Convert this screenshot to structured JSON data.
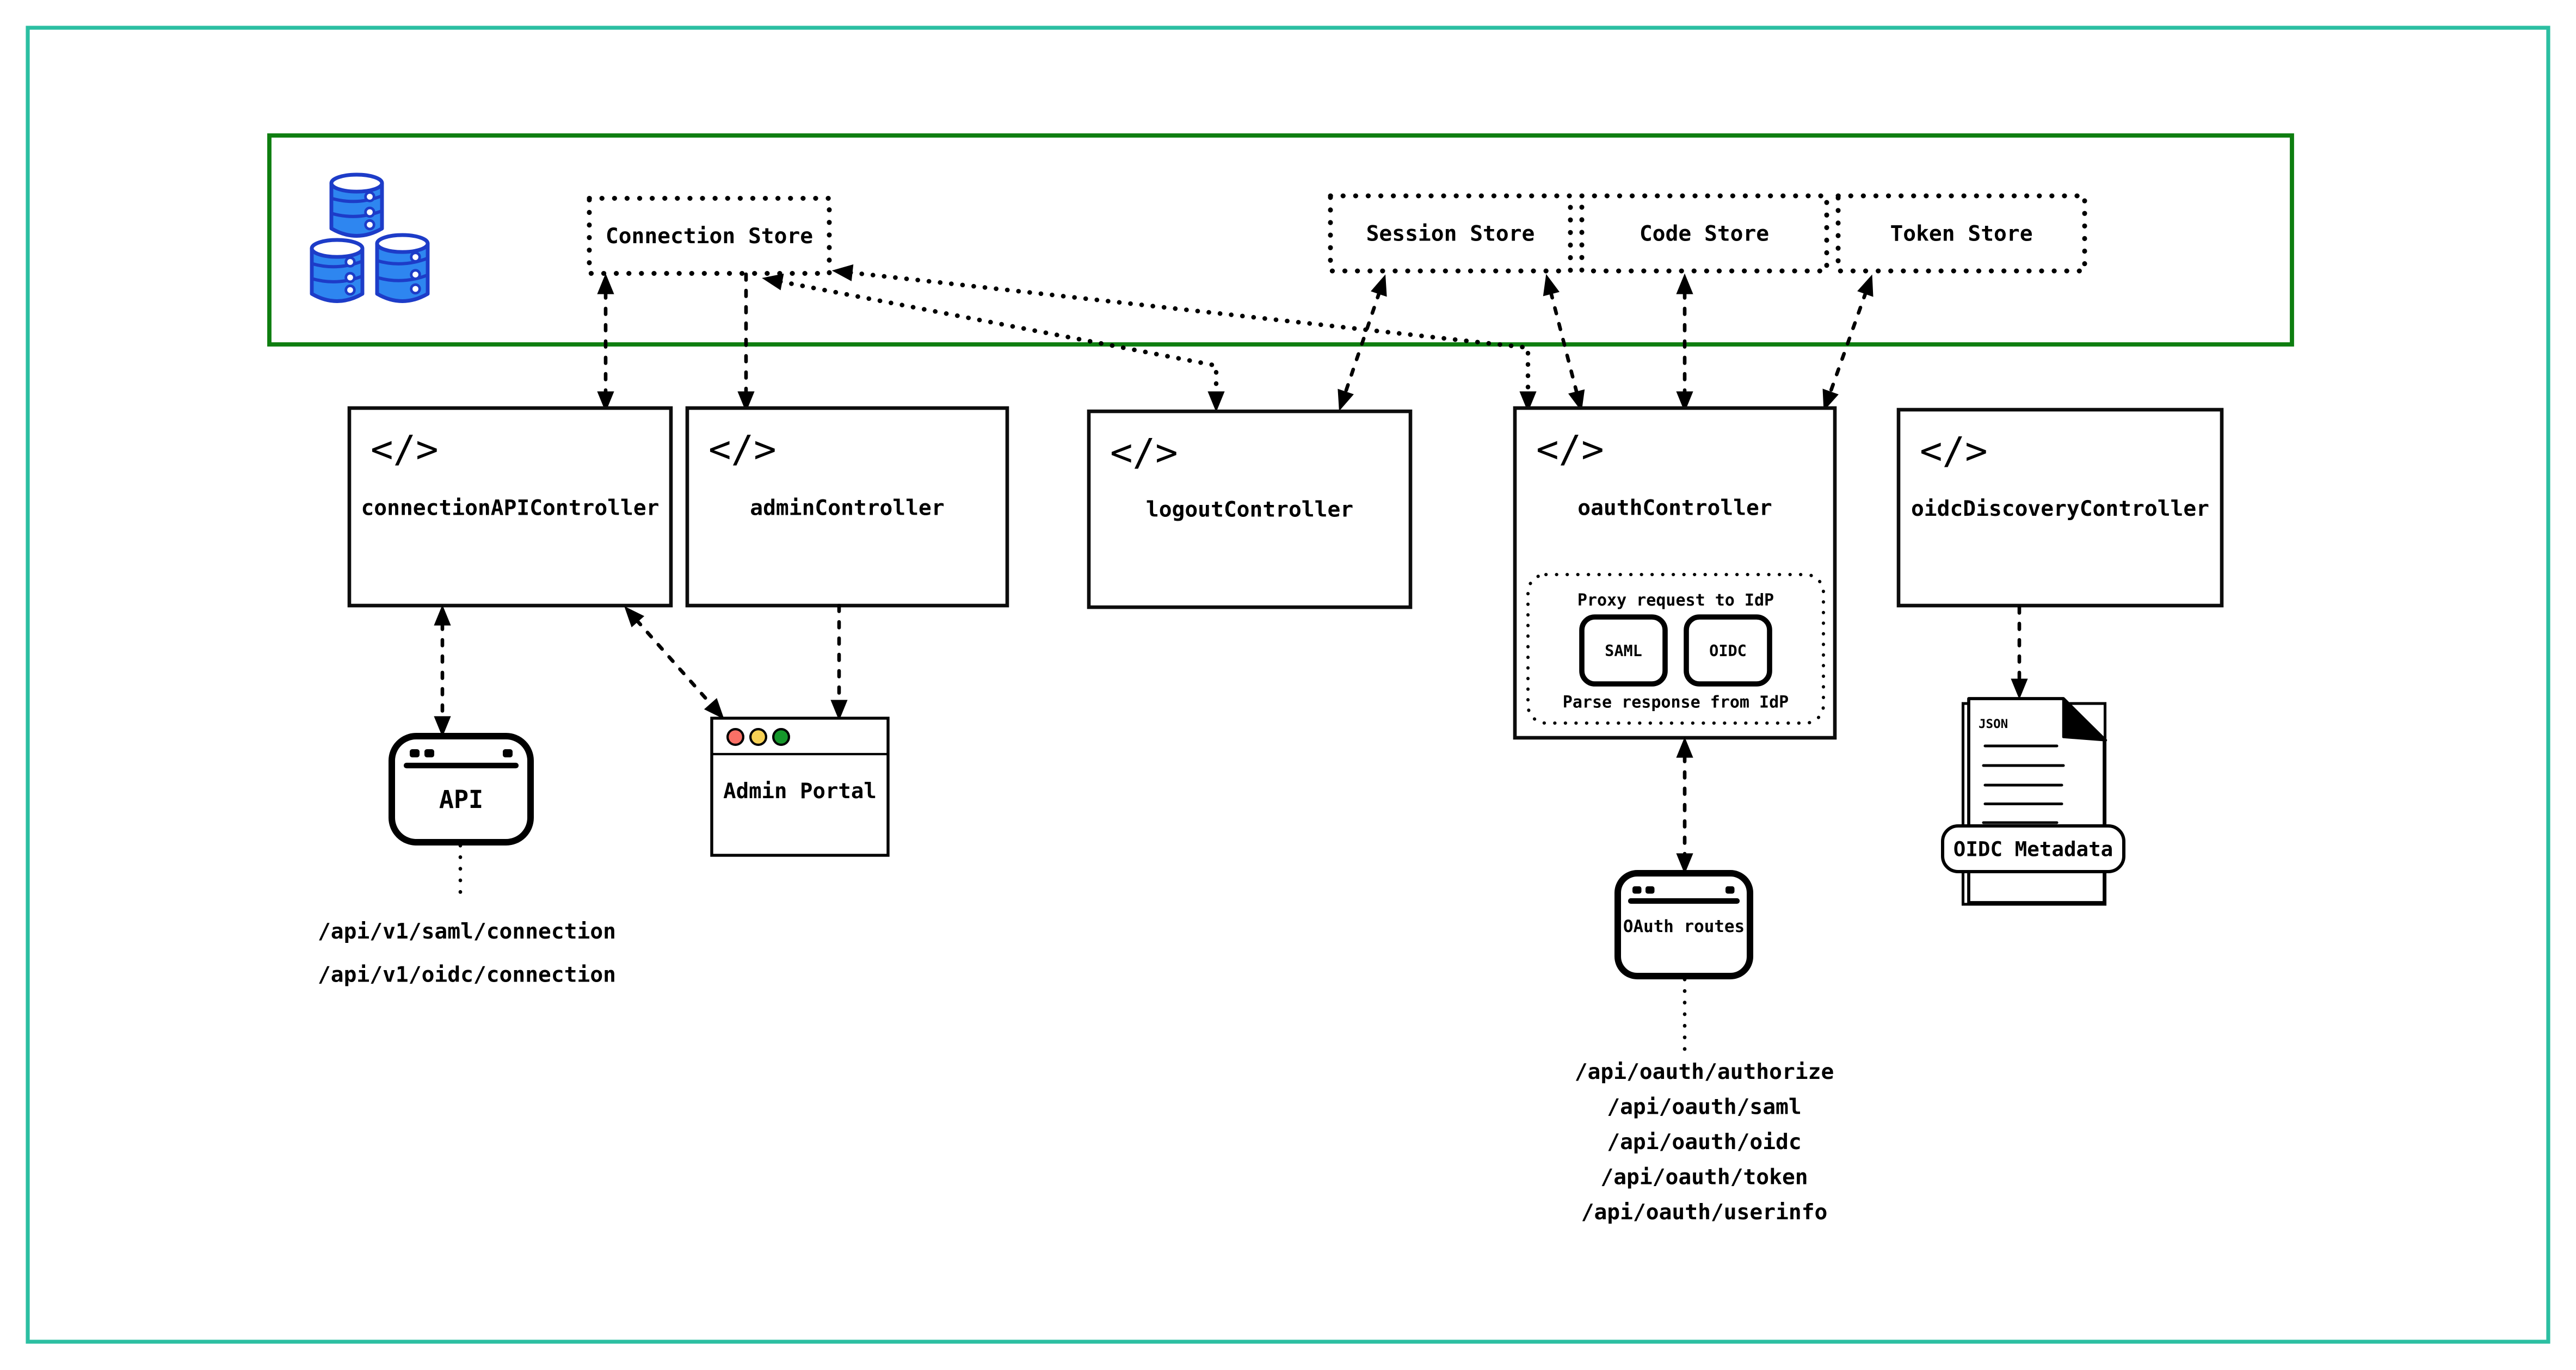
{
  "diagram": {
    "stores_container": {
      "stores": [
        {
          "label": "Connection Store"
        },
        {
          "label": "Session Store"
        },
        {
          "label": "Code Store"
        },
        {
          "label": "Token Store"
        }
      ]
    },
    "code_icon_glyph": "</>",
    "controllers": [
      {
        "label": "connectionAPIController"
      },
      {
        "label": "adminController"
      },
      {
        "label": "logoutController"
      },
      {
        "label": "oauthController"
      },
      {
        "label": "oidcDiscoveryController"
      }
    ],
    "oauth_proxy": {
      "title": "Proxy request to IdP",
      "saml": "SAML",
      "oidc": "OIDC",
      "footer": "Parse response from IdP"
    },
    "clients": {
      "api_window": {
        "label": "API"
      },
      "admin_portal": {
        "label": "Admin Portal"
      },
      "oauth_routes_window": {
        "label": "OAuth routes"
      },
      "oidc_metadata": {
        "file_type": "JSON",
        "label": "OIDC Metadata"
      }
    },
    "api_routes": [
      "/api/v1/saml/connection",
      "/api/v1/oidc/connection"
    ],
    "oauth_routes": [
      "/api/oauth/authorize",
      "/api/oauth/saml",
      "/api/oauth/oidc",
      "/api/oauth/token",
      "/api/oauth/userinfo"
    ],
    "colors": {
      "page_border": "#2cbfa2",
      "stores_container_border": "#0e7e10",
      "database_fill": "#2e86f0",
      "database_stroke": "#1d3cc8",
      "traffic_red": "#fa7066",
      "traffic_yellow": "#f7d155",
      "traffic_green": "#16972b",
      "line": "#000000"
    }
  }
}
